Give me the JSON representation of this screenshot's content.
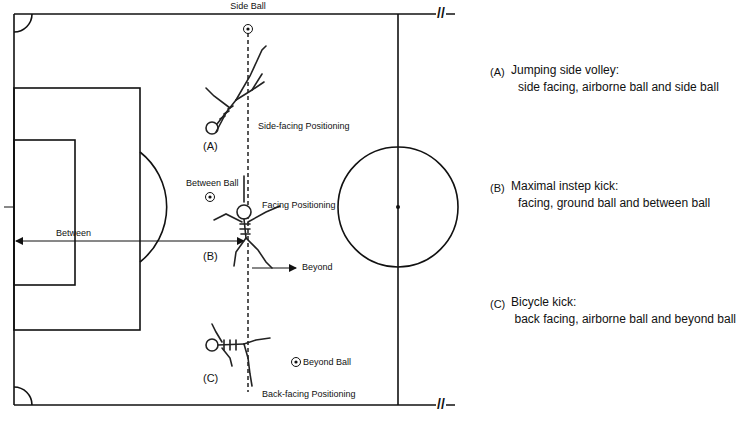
{
  "diagram": {
    "labels": [
      "Side Ball",
      "Side-facing Positioning",
      "(A)",
      "Between Ball",
      "Facing Positioning",
      "Between",
      "(B)",
      "Beyond",
      "Beyond Ball",
      "(C)",
      "Back-facing Positioning",
      "(A)",
      "Jumping side volley:",
      "side facing, airborne ball and side ball",
      "(B)",
      "Maximal instep kick:",
      "facing, ground ball and between ball",
      "(C)",
      "Bicycle kick:",
      "back facing, airborne ball and beyond ball",
      "//",
      "//"
    ]
  }
}
